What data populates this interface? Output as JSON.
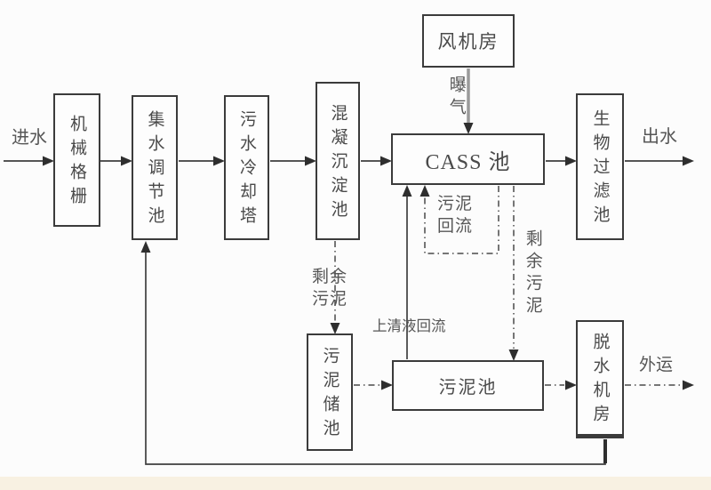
{
  "diagram": {
    "nodes": {
      "fan_room": "风机房",
      "mechanical_screen": "机械格栅",
      "collection_tank": "集水调节池",
      "cooling_tower": "污水冷却塔",
      "coagulation_tank": "混凝沉淀池",
      "cass_tank": "CASS 池",
      "bio_filter": "生物过滤池",
      "sludge_storage": "污泥储池",
      "sludge_tank": "污泥池",
      "dewatering_room": "脱水机房"
    },
    "labels": {
      "inflow": "进水",
      "outflow": "出水",
      "aeration": "曝气",
      "sludge_return": "污泥回流",
      "excess_sludge_left": "剩余污泥",
      "excess_sludge_right": "剩余污泥",
      "supernatant_return": "上清液回流",
      "haul_away": "外运"
    },
    "colors": {
      "solid_line": "#3f3f3f",
      "dashed_line": "#4a4a4a",
      "aeration_line": "#9a9a9a",
      "box_border": "#3b3b3b",
      "background": "#fcfcfc",
      "bottom_strip": "#f8f1e2"
    }
  }
}
